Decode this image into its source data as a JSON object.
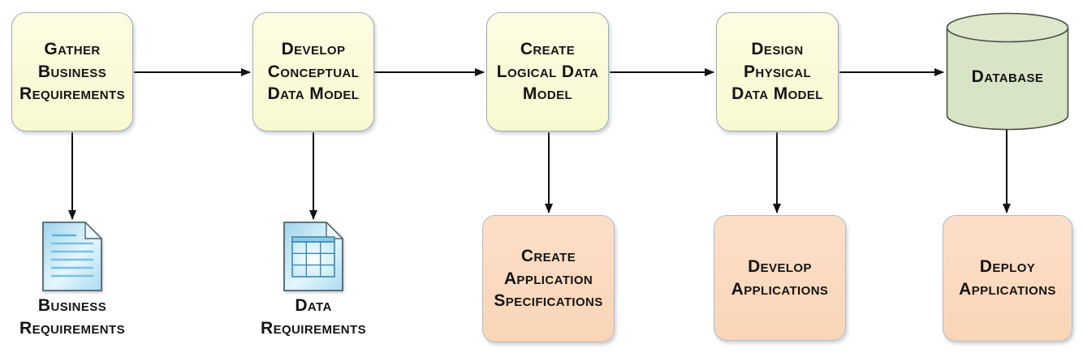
{
  "flowchart": {
    "description": "database design process flow",
    "top_row": [
      {
        "id": "gather-business-requirements",
        "shape": "rounded-rect",
        "label": "Gather\nBusiness\nRequirements"
      },
      {
        "id": "develop-conceptual-data-model",
        "shape": "rounded-rect",
        "label": "Develop\nConceptual\nData Model"
      },
      {
        "id": "create-logical-data-model",
        "shape": "rounded-rect",
        "label": "Create\nLogical Data\nModel"
      },
      {
        "id": "design-physical-data-model",
        "shape": "rounded-rect",
        "label": "Design\nPhysical\nData Model"
      },
      {
        "id": "database",
        "shape": "cylinder",
        "label": "Database"
      }
    ],
    "bottom_row": [
      {
        "id": "business-requirements",
        "shape": "document",
        "icon": "document-text-icon",
        "label": "Business\nRequirements"
      },
      {
        "id": "data-requirements",
        "shape": "document",
        "icon": "document-table-icon",
        "label": "Data\nRequirements"
      },
      {
        "id": "create-application-specifications",
        "shape": "rounded-rect",
        "label": "Create\nApplication\nSpecifications"
      },
      {
        "id": "develop-applications",
        "shape": "rounded-rect",
        "label": "Develop\nApplications"
      },
      {
        "id": "deploy-applications",
        "shape": "rounded-rect",
        "label": "Deploy\nApplications"
      }
    ],
    "colors": {
      "background": "#FFFFFF",
      "process_fill": "#FAF9D2",
      "process_border": "#9FABB6",
      "application_fill": "#FBD9BD",
      "application_border": "#B2BDC8",
      "database_fill": "#D8E4C6",
      "database_border": "#4A4F45",
      "document_fill": "#BCE4F5",
      "document_border": "#51646F",
      "arrow": "#111111",
      "text": "#141414"
    }
  }
}
